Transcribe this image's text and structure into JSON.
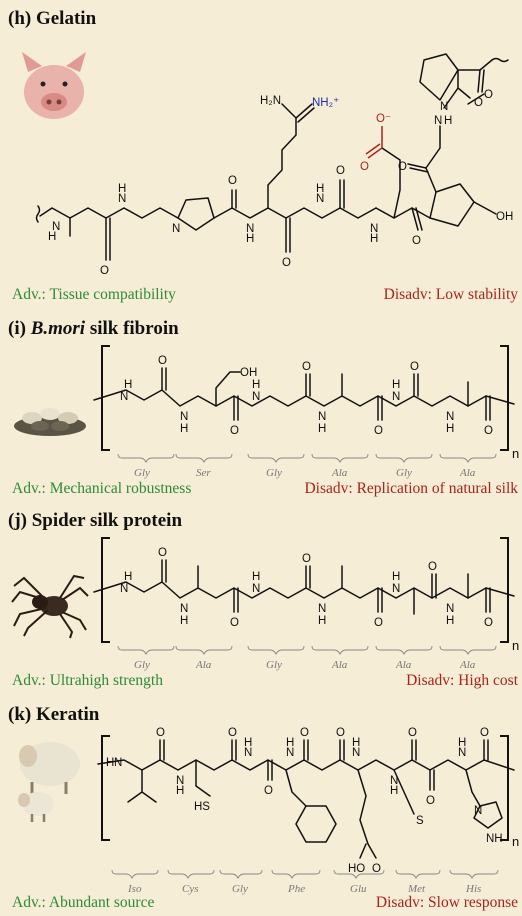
{
  "panels": {
    "h": {
      "title": "(h) Gelatin",
      "adv": "Adv.: Tissue compatibility",
      "disadv": "Disadv: Low stability",
      "image_icon": "pig-icon",
      "atoms": {
        "h2n": "H₂N",
        "nh2plus": "NH₂⁺",
        "o_minus": "O⁻",
        "oh": "OH",
        "n": "N",
        "h": "H",
        "o": "O"
      }
    },
    "i": {
      "title_prefix": "(i) ",
      "title_italic": "B.mori",
      "title_suffix": " silk fibroin",
      "adv": "Adv.: Mechanical robustness",
      "disadv": "Disadv: Replication of natural silk",
      "image_icon": "silkworm-cocoon-icon",
      "repeat": "n",
      "atoms": {
        "oh": "OH",
        "n": "N",
        "h": "H",
        "o": "O"
      },
      "residues": [
        "Gly",
        "Ser",
        "Gly",
        "Ala",
        "Gly",
        "Ala"
      ]
    },
    "j": {
      "title": "(j) Spider silk protein",
      "adv": "Adv.: Ultrahigh strength",
      "disadv": "Disadv: High cost",
      "image_icon": "spider-icon",
      "repeat": "n",
      "atoms": {
        "n": "N",
        "h": "H",
        "o": "O"
      },
      "residues": [
        "Gly",
        "Ala",
        "Gly",
        "Ala",
        "Ala",
        "Ala"
      ]
    },
    "k": {
      "title": "(k) Keratin",
      "adv": "Adv.: Abundant source",
      "disadv": "Disadv: Slow response",
      "image_icon": "sheep-icon",
      "repeat": "n",
      "atoms": {
        "hs": "HS",
        "s": "S",
        "ho": "HO",
        "nh": "NH",
        "n": "N",
        "h": "H",
        "o": "O"
      },
      "residues": [
        "Iso",
        "Cys",
        "Gly",
        "Phe",
        "Glu",
        "Met",
        "His"
      ]
    }
  },
  "colors": {
    "background": "#f6edd6",
    "advantage": "#2d8a36",
    "disadvantage": "#a8231d",
    "amine_label": "#1b2fa8"
  }
}
